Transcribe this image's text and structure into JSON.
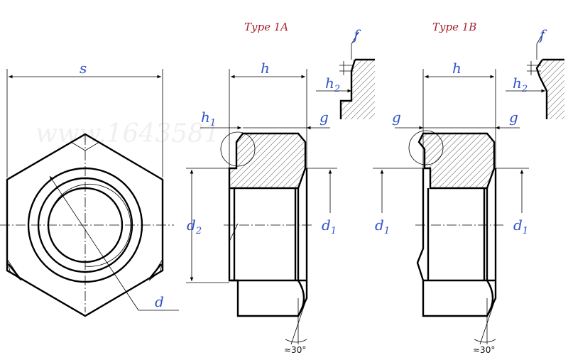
{
  "watermark": "www.1643581",
  "views": {
    "type_1a_title": "Type 1A",
    "type_1b_title": "Type 1B"
  },
  "dimensions": {
    "s": "s",
    "d": "d",
    "h": "h",
    "h1": "h",
    "h1_sub": "1",
    "h2": "h",
    "h2_sub": "2",
    "f": "f",
    "g": "g",
    "d1": "d",
    "d1_sub": "1",
    "d2": "d",
    "d2_sub": "2",
    "angle": "≈30°"
  },
  "colors": {
    "label": "#2f52c8",
    "title": "#a5202c",
    "line": "#000000"
  }
}
